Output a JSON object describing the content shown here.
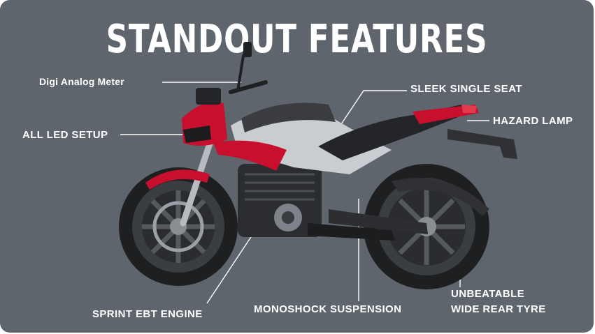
{
  "title": "STANDOUT FEATURES",
  "features": {
    "digi_meter": "Digi Analog Meter",
    "led_setup": "ALL LED SETUP",
    "seat": "SLEEK SINGLE SEAT",
    "hazard": "HAZARD LAMP",
    "engine": "SPRINT EBT ENGINE",
    "suspension": "MONOSHOCK SUSPENSION",
    "rear_tyre_line1": "UNBEATABLE",
    "rear_tyre_line2": "WIDE REAR TYRE"
  },
  "colors": {
    "background": "#5e656c",
    "accent_red": "#c8102e",
    "text": "#ffffff"
  }
}
